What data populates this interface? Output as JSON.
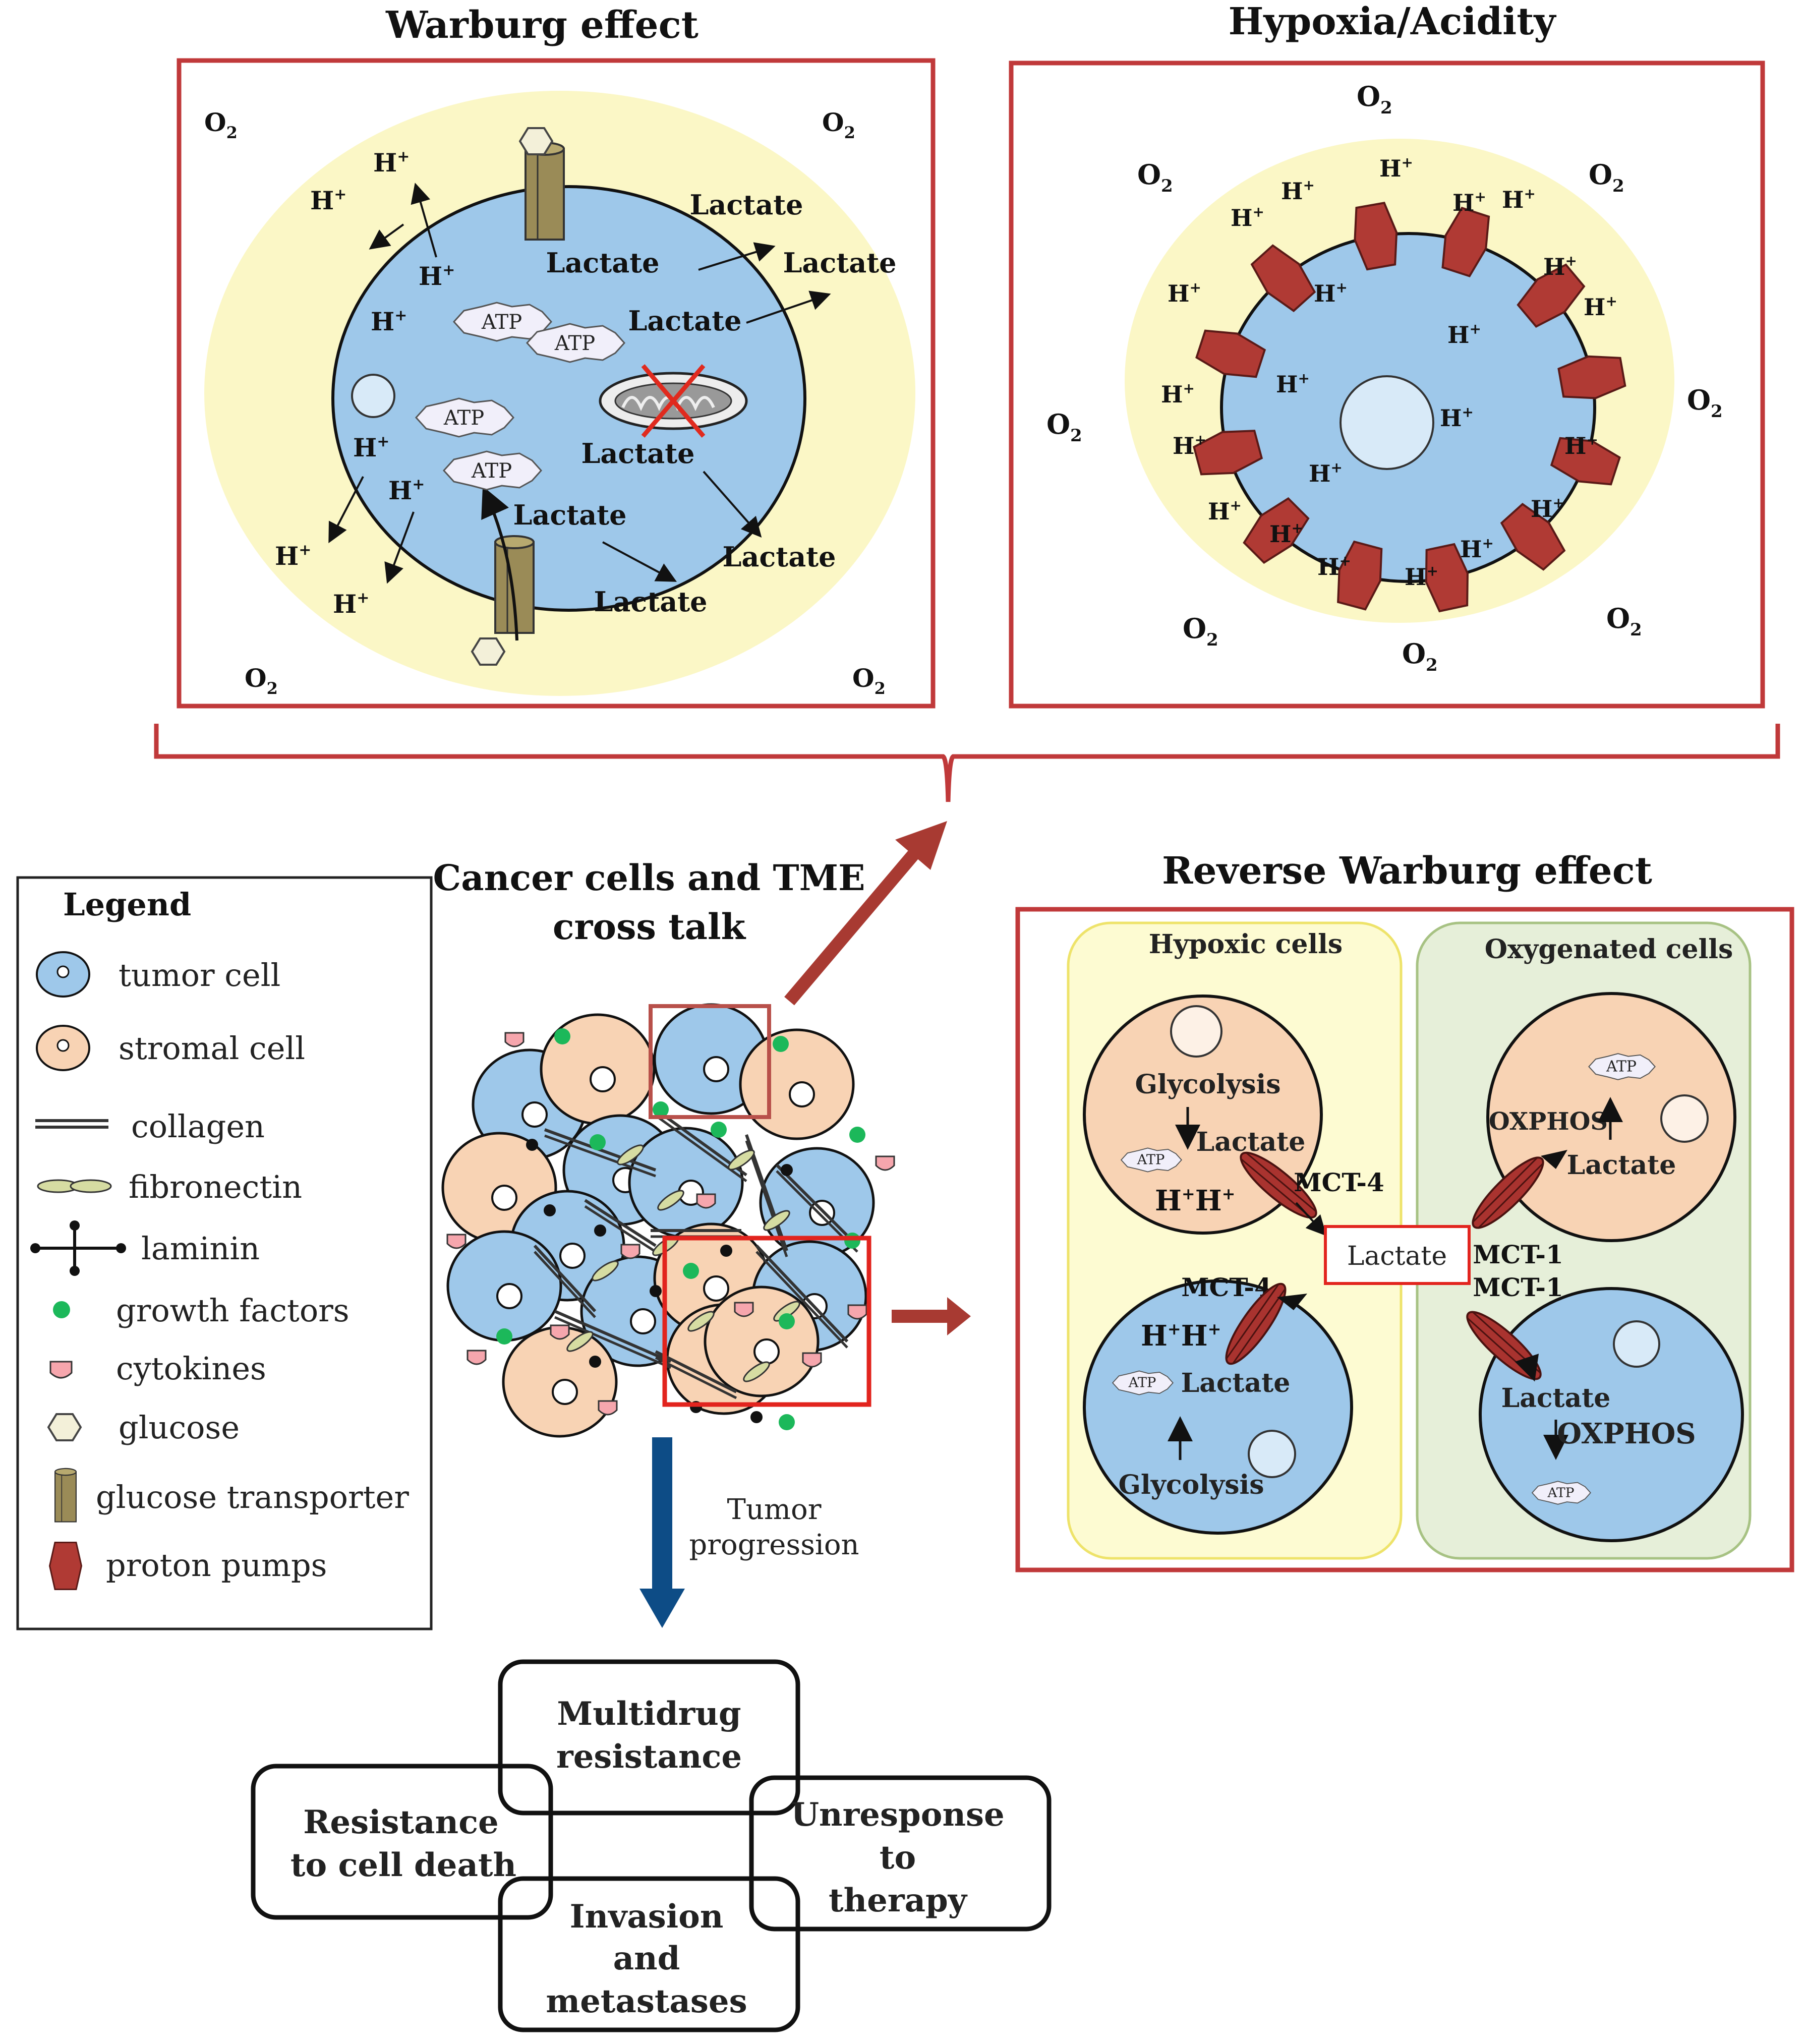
{
  "warburg": {
    "title": "Warburg effect",
    "o2": "O",
    "o2_sub": "2",
    "h_plus": "H",
    "h_sup": "+",
    "lactate": "Lactate",
    "atp": "ATP"
  },
  "hypoxia": {
    "title": "Hypoxia/Acidity",
    "o2": "O",
    "o2_sub": "2",
    "h_plus": "H",
    "h_sup": "+"
  },
  "crosstalk": {
    "title_line1": "Cancer cells and TME",
    "title_line2": "cross talk"
  },
  "legend": {
    "title": "Legend",
    "items": [
      {
        "label": "tumor cell",
        "icon": "tumor-cell-icon"
      },
      {
        "label": "stromal cell",
        "icon": "stromal-cell-icon"
      },
      {
        "label": "collagen",
        "icon": "collagen-icon"
      },
      {
        "label": "fibronectin",
        "icon": "fibronectin-icon"
      },
      {
        "label": "laminin",
        "icon": "laminin-icon"
      },
      {
        "label": "growth factors",
        "icon": "growth-factor-icon"
      },
      {
        "label": "cytokines",
        "icon": "cytokine-icon"
      },
      {
        "label": "glucose",
        "icon": "glucose-icon"
      },
      {
        "label": "glucose transporter",
        "icon": "glucose-transporter-icon"
      },
      {
        "label": "proton pumps",
        "icon": "proton-pump-icon"
      }
    ]
  },
  "reverse": {
    "title": "Reverse Warburg effect",
    "hypoxic_label": "Hypoxic cells",
    "oxygenated_label": "Oxygenated cells",
    "glycolysis": "Glycolysis",
    "lactate": "Lactate",
    "atp": "ATP",
    "oxphos": "OXPHOS",
    "mct4": "MCT-4",
    "mct1": "MCT-1",
    "h_plus": "H",
    "h_sup": "+",
    "center_lactate": "Lactate"
  },
  "progression": {
    "label_line1": "Tumor",
    "label_line2": "progression"
  },
  "outcomes": {
    "multidrug_l1": "Multidrug",
    "multidrug_l2": "resistance",
    "resistance_l1": "Resistance",
    "resistance_l2": "to cell death",
    "unresponse_l1": "Unresponse",
    "unresponse_l2": "to",
    "unresponse_l3": "therapy",
    "invasion_l1": "Invasion",
    "invasion_l2": "and",
    "invasion_l3": "metastases"
  },
  "colors": {
    "panel_border": "#c0393a",
    "tumor_fill": "#9ec8ea",
    "stromal_fill": "#f8d3b4",
    "cream": "#fbf7c6",
    "pump": "#b03a34",
    "hypoxic_bg": "#fdfbd2",
    "oxy_bg": "#e6efd9",
    "progress_arrow": "#0d4c86",
    "red_arrow": "#a83a32"
  }
}
